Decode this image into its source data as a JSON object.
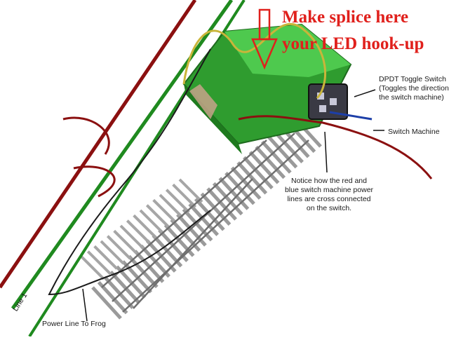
{
  "headline": {
    "line1": "Make splice here",
    "line2": "your LED hook-up"
  },
  "labels": {
    "toggle_title": "DPDT Toggle Switch",
    "toggle_note": "(Toggles the direction of",
    "toggle_note2": "the switch machine)",
    "switch_machine": "Switch Machine",
    "notice_1": "Notice how the red and",
    "notice_2": "blue switch machine power",
    "notice_3": "lines are cross connected",
    "notice_4": "on the switch.",
    "power_line": "Power Line To Frog",
    "line1": "Line 1"
  },
  "colors": {
    "red_wire": "#8b1010",
    "green_wire": "#1f8a1f",
    "black_wire": "#1a1a1a",
    "yellow_wire": "#c9b53a",
    "blue_wire": "#1d3fa8",
    "machine_green": "#3cb53c",
    "headline_red": "#e0201c"
  },
  "icons": {
    "arrow": "down-arrow-icon"
  }
}
